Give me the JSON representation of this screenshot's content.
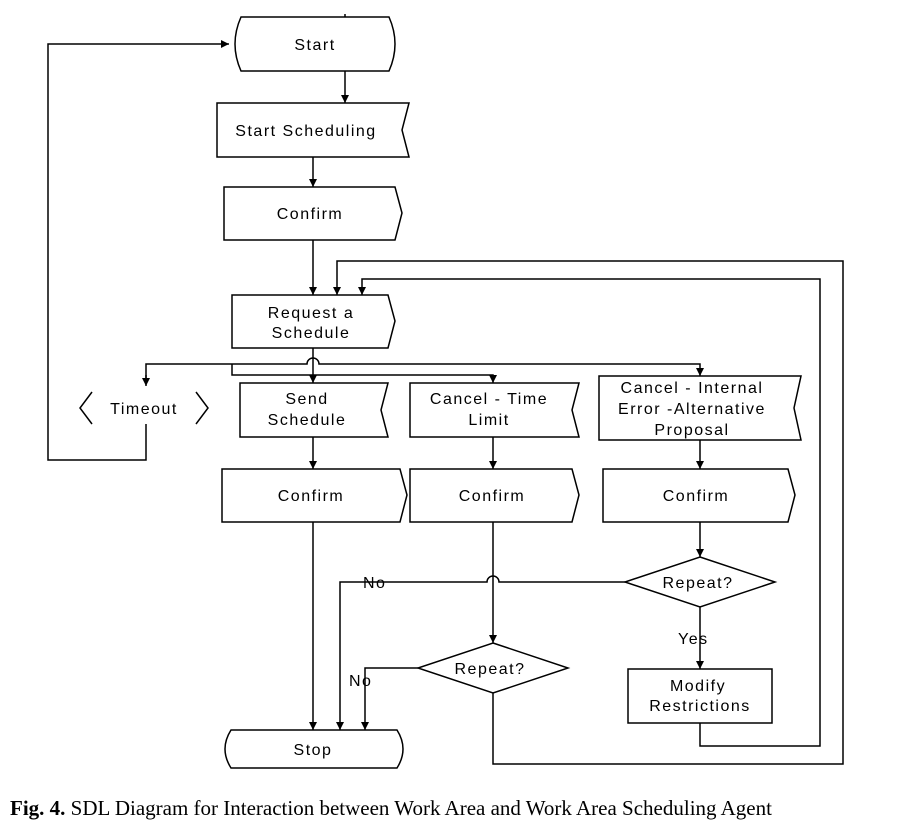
{
  "nodes": {
    "start": "Start",
    "start_scheduling": "Start Scheduling",
    "confirm_top": "Confirm",
    "request_line1": "Request a",
    "request_line2": "Schedule",
    "timeout": "Timeout",
    "send_line1": "Send",
    "send_line2": "Schedule",
    "cancel_time_line1": "Cancel - Time",
    "cancel_time_line2": "Limit",
    "cancel_internal_line1": "Cancel - Internal",
    "cancel_internal_line2": "Error -Alternative",
    "cancel_internal_line3": "Proposal",
    "confirm_send": "Confirm",
    "confirm_time": "Confirm",
    "confirm_internal": "Confirm",
    "repeat_right": "Repeat?",
    "repeat_middle": "Repeat?",
    "modify_line1": "Modify",
    "modify_line2": "Restrictions",
    "stop": "Stop"
  },
  "edges": {
    "no_right": "No",
    "no_middle": "No",
    "yes": "Yes"
  },
  "caption": {
    "label": "Fig. 4.",
    "text": "SDL Diagram for Interaction between Work Area and Work Area Scheduling Agent"
  }
}
